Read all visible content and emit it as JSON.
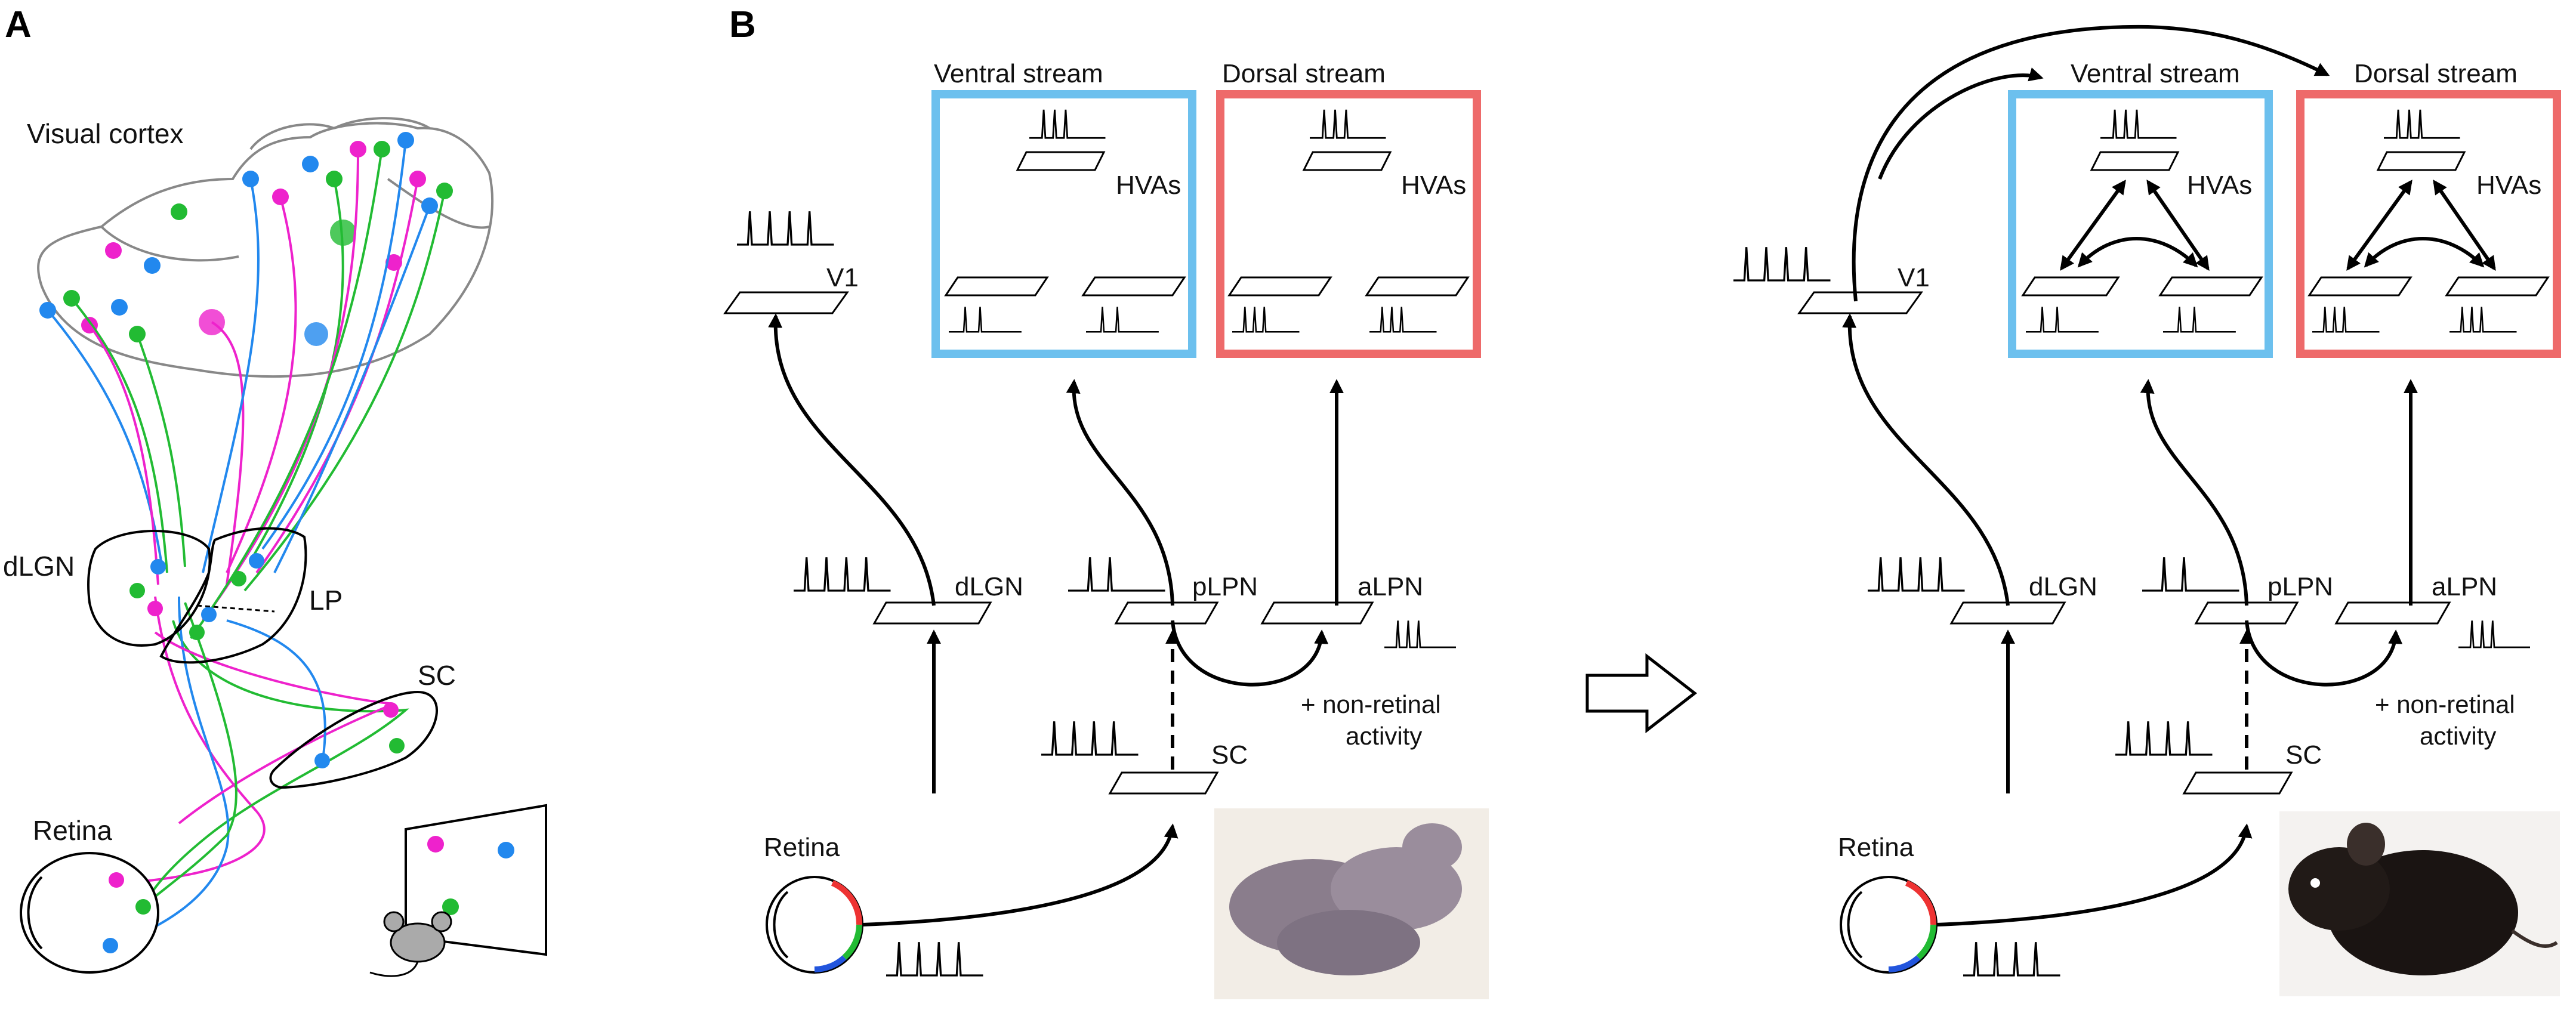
{
  "panel_a": {
    "label": "A",
    "visual_cortex": "Visual cortex",
    "dlgn": "dLGN",
    "lp": "LP",
    "sc": "SC",
    "retina": "Retina"
  },
  "panel_b": {
    "label": "B",
    "ventral_stream": "Ventral stream",
    "dorsal_stream": "Dorsal stream",
    "hvas": "HVAs",
    "v1": "V1",
    "dlgn": "dLGN",
    "plpn": "pLPN",
    "alpn": "aLPN",
    "sc": "SC",
    "retina": "Retina",
    "non_retinal_1": "+ non-retinal",
    "non_retinal_2": "activity"
  },
  "colors": {
    "magenta": "#ee22cc",
    "green": "#22bb33",
    "blue": "#2288ee",
    "ventral_box": "#6cc0ee",
    "dorsal_box": "#ee6a6a"
  }
}
